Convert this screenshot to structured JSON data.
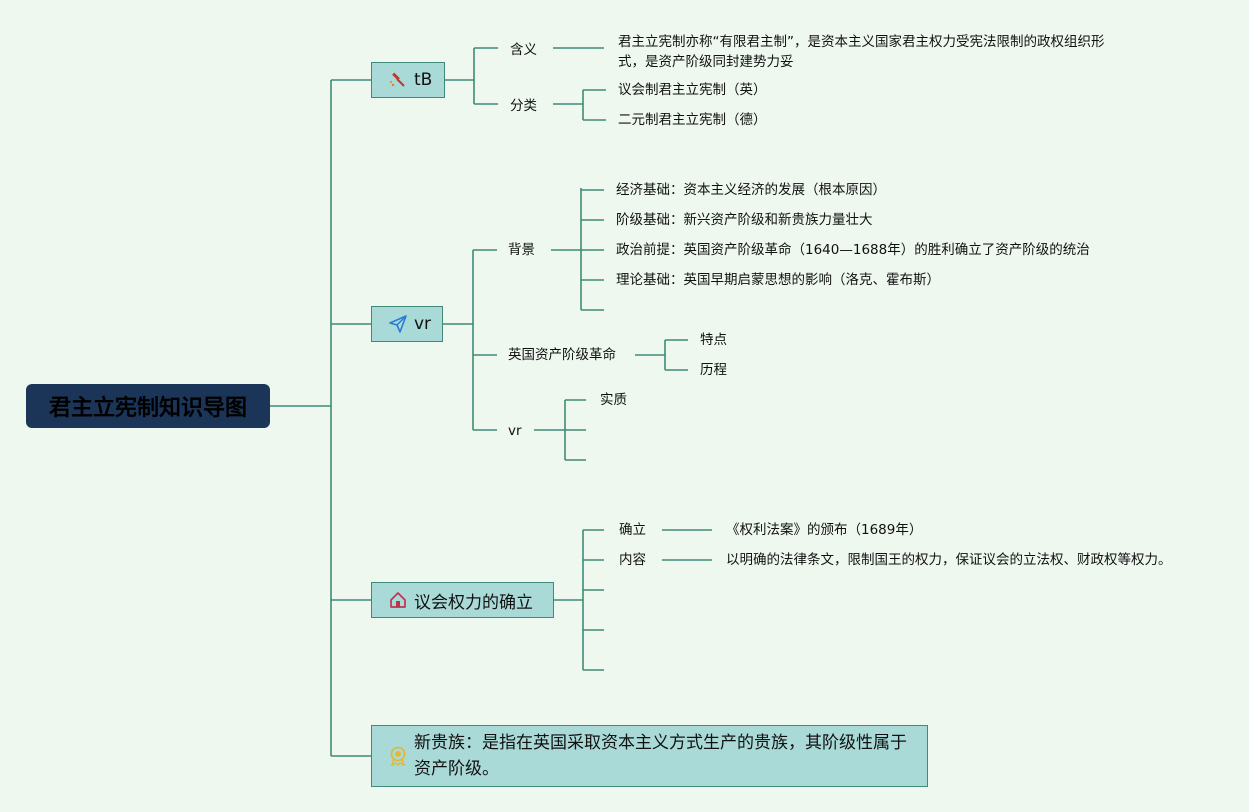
{
  "root": {
    "title": "君主立宪制知识导图"
  },
  "branch1": {
    "label": "tB",
    "icon": "gavel-icon",
    "meaning_label": "含义",
    "meaning_text": "君主立宪制亦称“有限君主制”，是资本主义国家君主权力受宪法限制的政权组织形式，是资产阶级同封建势力妥",
    "types_label": "分类",
    "types": [
      "议会制君主立宪制（英）",
      "二元制君主立宪制（德）"
    ]
  },
  "branch2": {
    "label": "vr",
    "icon": "paper-plane-icon",
    "background_label": "背景",
    "background_items": [
      "经济基础：资本主义经济的发展（根本原因）",
      "阶级基础：新兴资产阶级和新贵族力量壮大",
      "政治前提：英国资产阶级革命（1640—1688年）的胜利确立了资产阶级的统治",
      "理论基础：英国早期启蒙思想的影响（洛克、霍布斯）"
    ],
    "revolution_label": "英国资产阶级革命",
    "revolution_items": [
      "特点",
      "历程"
    ],
    "sub_label": "vr",
    "sub_items": [
      "实质"
    ]
  },
  "branch3": {
    "label": "议会权力的确立",
    "icon": "house-icon",
    "establish_label": "确立",
    "establish_text": "《权利法案》的颁布（1689年）",
    "content_label": "内容",
    "content_text": "以明确的法律条文，限制国王的权力，保证议会的立法权、财政权等权力。"
  },
  "branch4": {
    "icon": "medal-icon",
    "text": "新贵族：是指在英国采取资本主义方式生产的贵族，其阶级性属于资产阶级。"
  }
}
